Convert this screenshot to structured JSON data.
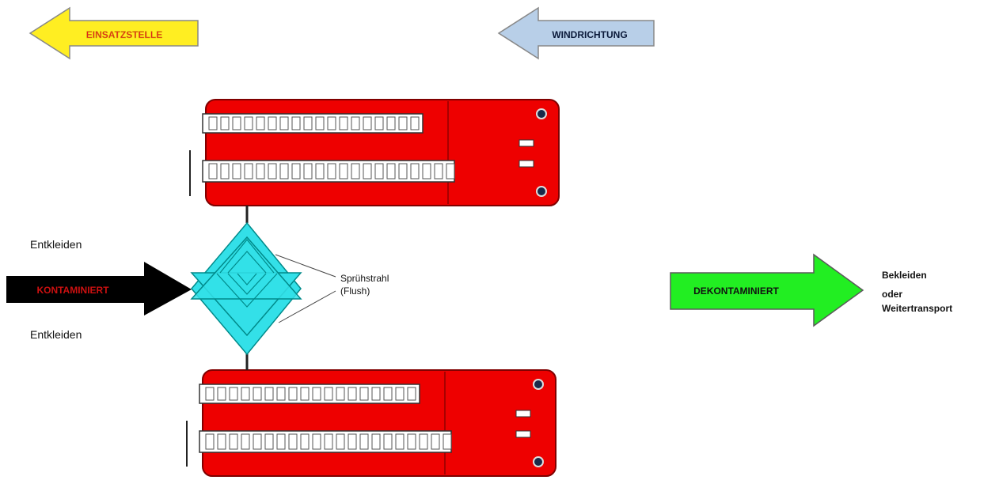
{
  "arrows": {
    "einsatzstelle": "EINSATZSTELLE",
    "windrichtung": "WINDRICHTUNG",
    "kontaminiert": "KONTAMINIERT",
    "dekontaminiert": "DEKONTAMINIERT"
  },
  "labels": {
    "entkleiden_top": "Entkleiden",
    "entkleiden_bottom": "Entkleiden",
    "spray_line1": "Sprühstrahl",
    "spray_line2": "(Flush)",
    "exit_line1": "Bekleiden",
    "exit_line2": "oder",
    "exit_line3": "Weitertransport"
  },
  "colors": {
    "truck_red": "#ee0000",
    "spray_cyan": "#33e0e8",
    "einsatz_fill": "#ffee22",
    "einsatz_text": "#e02020",
    "wind_fill": "#b8cfe8",
    "kontam_fill": "#000000",
    "kontam_text": "#cc1010",
    "dekontam_fill": "#22ee22"
  }
}
